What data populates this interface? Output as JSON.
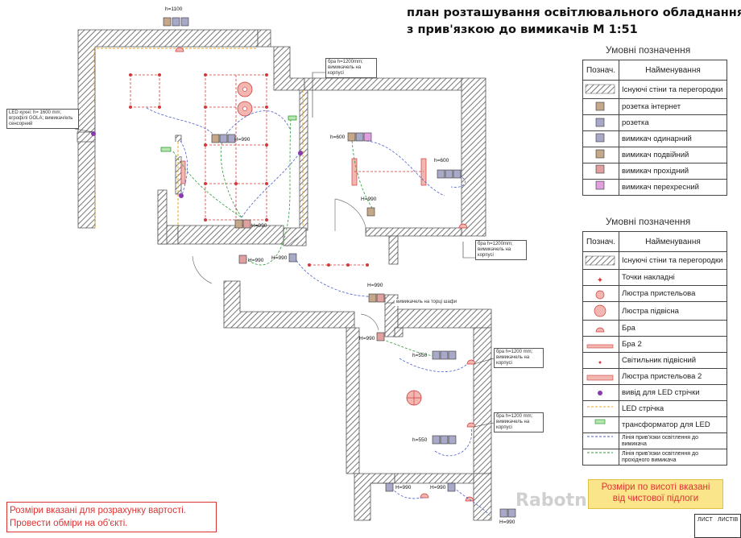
{
  "title": {
    "line1": "план розташування освітлювального обладнання",
    "line2": "з прив'язкою до вимикачів  М 1:51"
  },
  "legend1": {
    "heading": "Умовні позначення",
    "col_symbol": "Познач.",
    "col_name": "Найменування",
    "items": [
      {
        "label": "Існуючі стіни та перегородки",
        "icon": "hatch-icon"
      },
      {
        "label": "розетка інтернет",
        "icon": "internet-socket-icon"
      },
      {
        "label": "розетка",
        "icon": "socket-icon"
      },
      {
        "label": "вимикач одинарний",
        "icon": "switch-single-icon"
      },
      {
        "label": "вимикач подвійний",
        "icon": "switch-double-icon"
      },
      {
        "label": "вимикач прохідний",
        "icon": "switch-passthrough-icon"
      },
      {
        "label": "вимикач перехресний",
        "icon": "switch-cross-icon"
      }
    ]
  },
  "legend2": {
    "heading": "Умовні позначення",
    "col_symbol": "Познач.",
    "col_name": "Найменування",
    "items": [
      {
        "label": "Існуючі стіни та перегородки",
        "icon": "hatch-icon"
      },
      {
        "label": "Точки накладні",
        "icon": "surface-point-icon"
      },
      {
        "label": "Люстра пристельова",
        "icon": "ceiling-chandelier-icon"
      },
      {
        "label": "Люстра підвісна",
        "icon": "pendant-chandelier-icon"
      },
      {
        "label": "Бра",
        "icon": "sconce-icon"
      },
      {
        "label": "Бра 2",
        "icon": "sconce2-icon"
      },
      {
        "label": "Світильник підвісний",
        "icon": "pendant-lamp-icon"
      },
      {
        "label": "Люстра пристельова 2",
        "icon": "ceiling-chandelier2-icon"
      },
      {
        "label": "вивід для LED стрічки",
        "icon": "led-output-icon"
      },
      {
        "label": "LED стрічка",
        "icon": "led-strip-icon"
      },
      {
        "label": "трансформатор для LED",
        "icon": "led-transformer-icon"
      },
      {
        "label": "Лінія прив'язки освітлення до вимикача",
        "icon": "binding-line-blue-icon"
      },
      {
        "label": "Лінія прив'язки освітлення до прохідного вимикача",
        "icon": "binding-line-green-icon"
      }
    ]
  },
  "annotations": {
    "h1100": "h=1100",
    "h990_1": "H=990",
    "h990_2": "H=990",
    "h990_3": "H=990",
    "h990_4": "H=990",
    "h990_5": "H=990",
    "h990_6": "H=990",
    "h990_7": "H=990",
    "h990_8": "H=990",
    "h990_9": "H=990",
    "h990_10": "H=990",
    "h600_1": "h=600",
    "h600_2": "h=600",
    "h550_1": "h=550",
    "h550_2": "h=550",
    "led_kitchen": "LED кухні: h= 1600 mm; вгрофілі GOLA; вимикач/ель сенсорний",
    "bra_top": "бра h=1200mm; вимикачель на корпусі",
    "bra_right": "бра h=1200mm; вимикачель на корпусі",
    "bra_r1": "бра h=1200 mm; вимикачель на корпусі",
    "bra_r2": "бра h=1200 mm; вимикачель на корпусі",
    "wardrobe": "вимикачель на торці шафи"
  },
  "notes": {
    "warning_line1": "Розміри вказані для розрахунку вартості.",
    "warning_line2": "Провести обміри на об'єкті.",
    "yellow_line1": "Розміри по висоті вказані",
    "yellow_line2": "від чистової підлоги"
  },
  "stamp": {
    "sheet": "ЛИСТ",
    "sheets": "ЛИСТІВ"
  },
  "watermark": "RabotnikUA",
  "colors": {
    "walls": "#9a9a9a",
    "lights": "#d23a3a",
    "binding_blue": "#4a5fd0",
    "binding_green": "#2f9a3a",
    "led": "#f0a020",
    "text_red": "#d33333"
  }
}
